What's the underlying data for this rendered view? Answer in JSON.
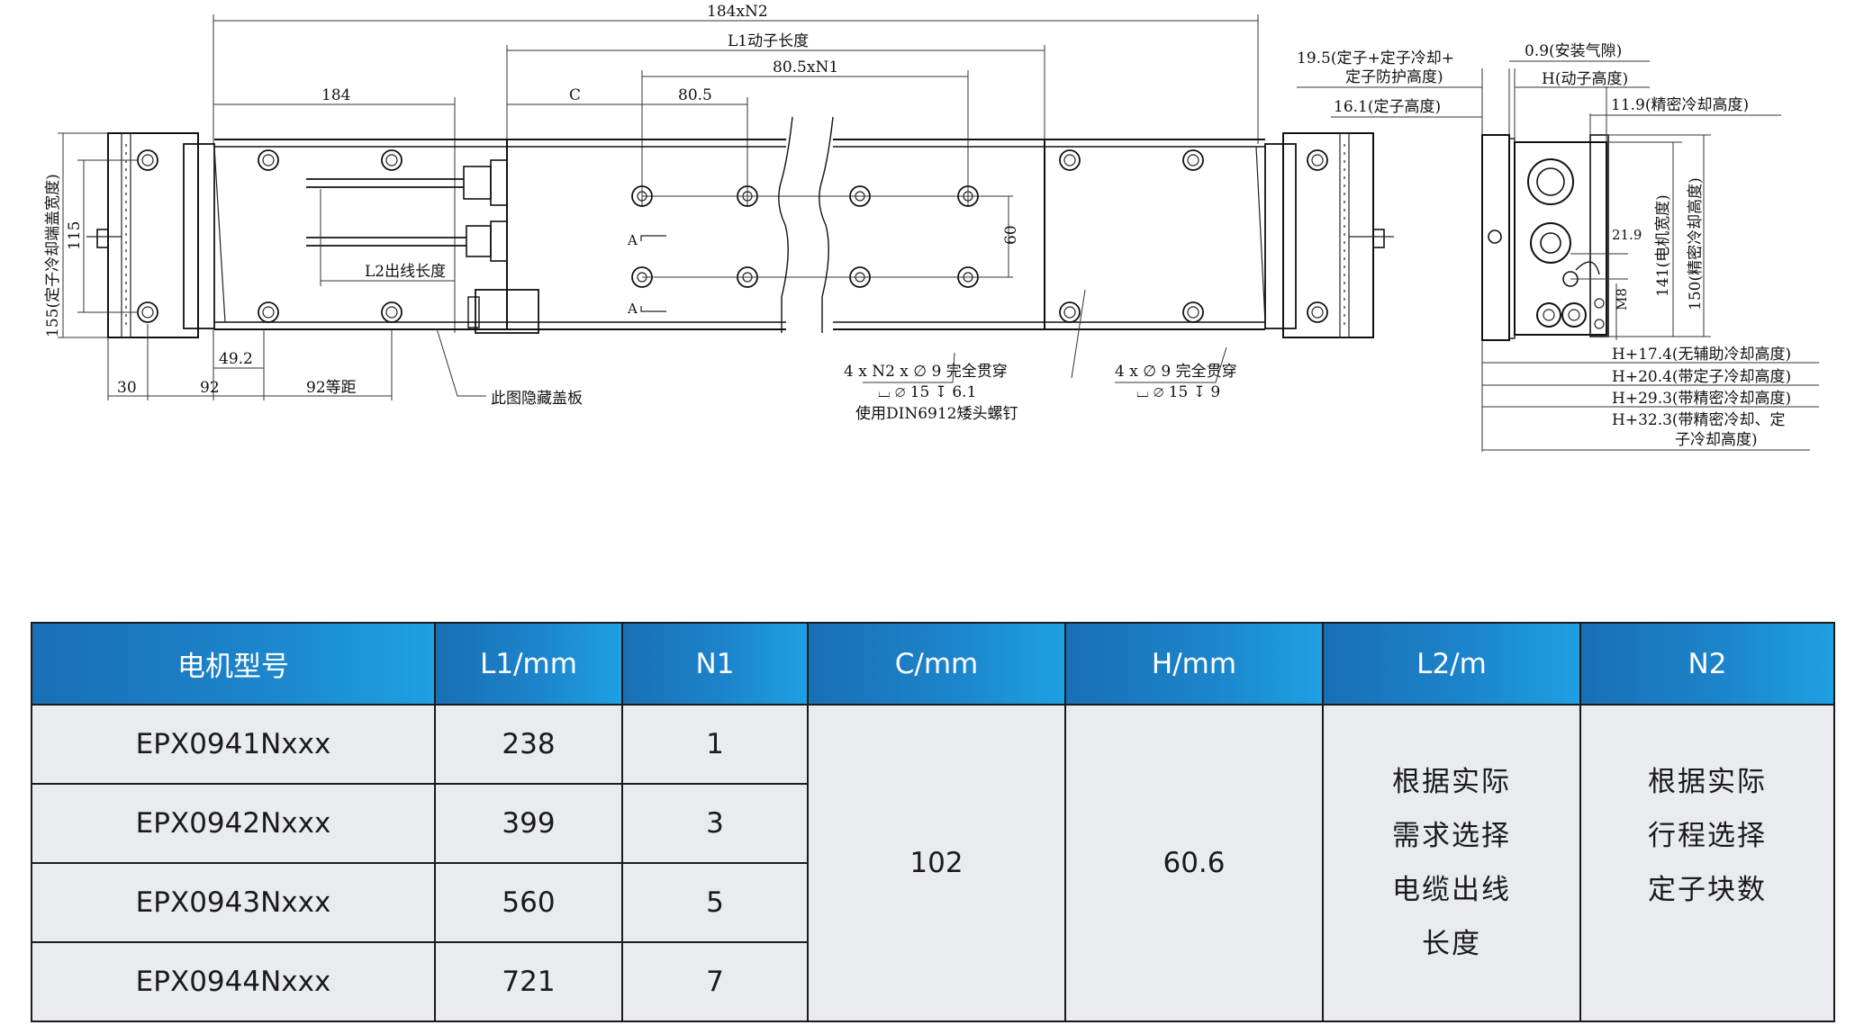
{
  "drawing": {
    "top_dims": {
      "overall": "184xN2",
      "l1": "L1动子长度",
      "pitch_n1": "80.5xN1",
      "d184": "184",
      "c": "C",
      "d80_5": "80.5"
    },
    "left_side": {
      "d155": "155(定子冷却端盖宽度)",
      "d115": "115"
    },
    "body": {
      "l2": "L2出线长度",
      "d60": "60",
      "section_a": "A"
    },
    "bottom_dims": {
      "d49_2": "49.2",
      "d30": "30",
      "d92": "92",
      "d92_pitch": "92等距"
    },
    "notes": {
      "hidden_cover": "此图隐藏盖板",
      "holes_mover_1": "4 x N2 x ∅ 9 完全贯穿",
      "holes_mover_2": "⌴ ∅ 15 ↧ 6.1",
      "holes_mover_3": "使用DIN6912矮头螺钉",
      "holes_stator_1": "4 x ∅ 9 完全贯穿",
      "holes_stator_2": "⌴ ∅ 15 ↧ 9"
    },
    "side_view": {
      "d19_5_a": "19.5(定子+定子冷却+",
      "d19_5_b": "定子防护高度)",
      "d0_9": "0.9(安装气隙)",
      "h_mover": "H(动子高度)",
      "d16_1": "16.1(定子高度)",
      "d11_9": "11.9(精密冷却高度)",
      "d21_9": "21.9",
      "m8": "M8",
      "d141": "141(电机宽度)",
      "d150": "150(精密冷却高度)",
      "h17_4": "H+17.4(无辅助冷却高度)",
      "h20_4": "H+20.4(带定子冷却高度)",
      "h29_3": "H+29.3(带精密冷却高度)",
      "h32_3_a": "H+32.3(带精密冷却、定",
      "h32_3_b": "子冷却高度)"
    }
  },
  "table": {
    "headers": [
      "电机型号",
      "L1/mm",
      "N1",
      "C/mm",
      "H/mm",
      "L2/m",
      "N2"
    ],
    "rows": [
      {
        "model": "EPX0941Nxxx",
        "l1": "238",
        "n1": "1"
      },
      {
        "model": "EPX0942Nxxx",
        "l1": "399",
        "n1": "3"
      },
      {
        "model": "EPX0943Nxxx",
        "l1": "560",
        "n1": "5"
      },
      {
        "model": "EPX0944Nxxx",
        "l1": "721",
        "n1": "7"
      }
    ],
    "merged": {
      "c": "102",
      "h": "60.6",
      "l2_lines": [
        "根据实际",
        "需求选择",
        "电缆出线",
        "长度"
      ],
      "n2_lines": [
        "根据实际",
        "行程选择",
        "定子块数"
      ]
    }
  }
}
